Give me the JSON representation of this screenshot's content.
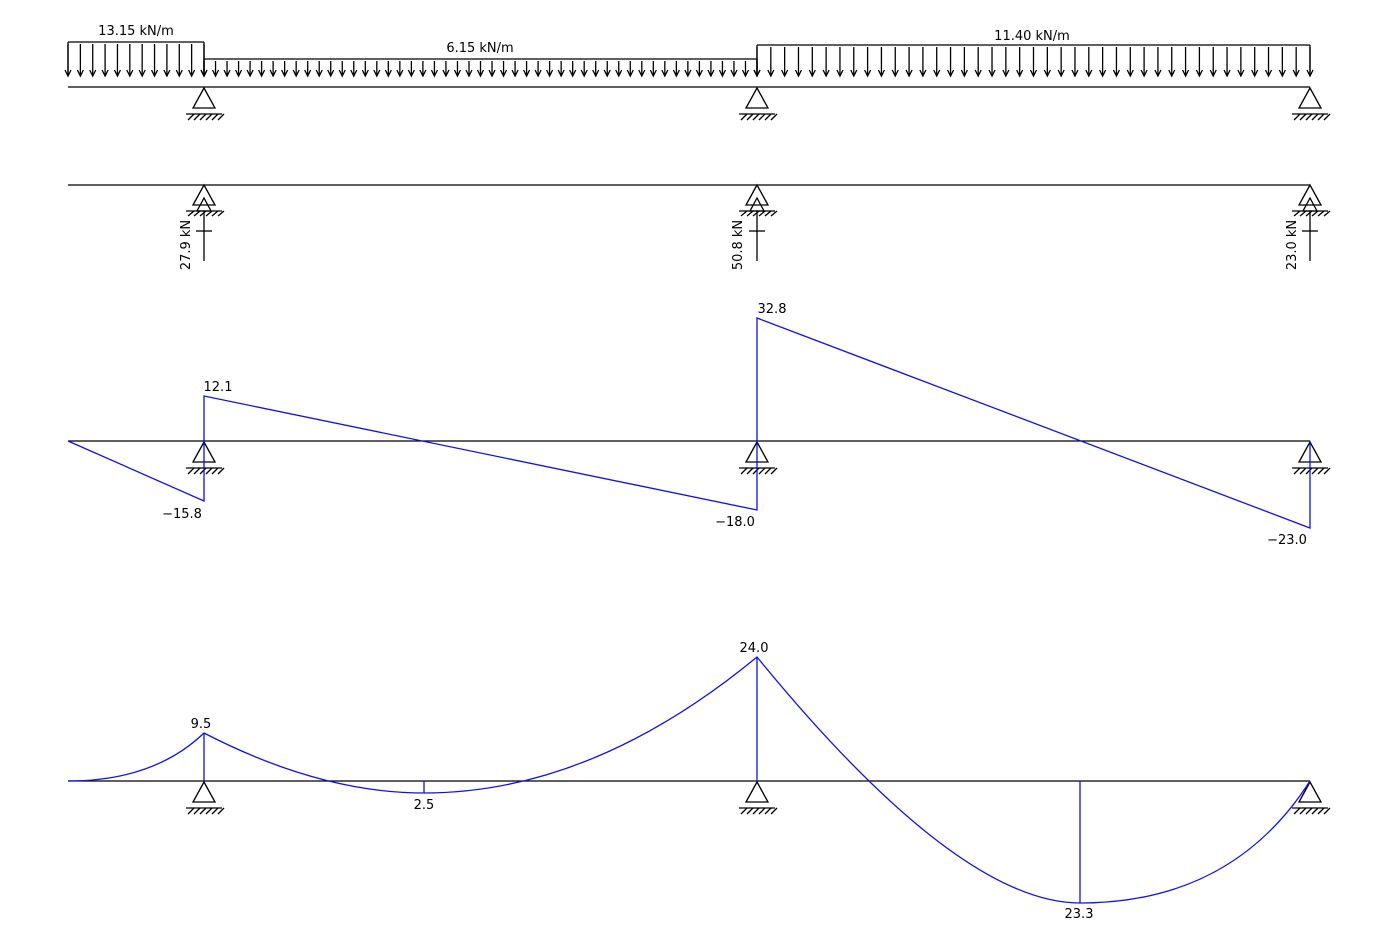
{
  "loads": [
    {
      "label": "13.15 kN/m",
      "value": 13.15
    },
    {
      "label": "6.15 kN/m",
      "value": 6.15
    },
    {
      "label": "11.40 kN/m",
      "value": 11.4
    }
  ],
  "reactions": [
    {
      "label": "27.9 kN",
      "value": 27.9
    },
    {
      "label": "50.8 kN",
      "value": 50.8
    },
    {
      "label": "23.0 kN",
      "value": 23.0
    }
  ],
  "shear_labels": [
    {
      "text": "12.1"
    },
    {
      "text": "−15.8"
    },
    {
      "text": "32.8"
    },
    {
      "text": "−18.0"
    },
    {
      "text": "−23.0"
    }
  ],
  "moment_labels": [
    {
      "text": "9.5"
    },
    {
      "text": "2.5"
    },
    {
      "text": "24.0"
    },
    {
      "text": "23.3"
    }
  ],
  "colors": {
    "structure": "#000000",
    "diagram": "#1010ee"
  }
}
